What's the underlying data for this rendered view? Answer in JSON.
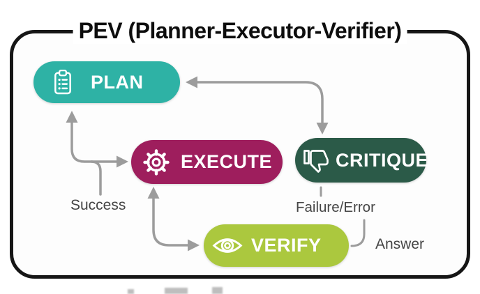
{
  "title": "PEV (Planner-Executor-Verifier)",
  "diagram": {
    "nodes": [
      {
        "id": "plan",
        "label": "PLAN",
        "color": "#2eb2a5",
        "icon": "clipboard-list-icon"
      },
      {
        "id": "execute",
        "label": "EXECUTE",
        "color": "#9e1e5d",
        "icon": "gear-icon"
      },
      {
        "id": "critique",
        "label": "CRITIQUE",
        "color": "#2b5a48",
        "icon": "thumbs-down-icon"
      },
      {
        "id": "verify",
        "label": "VERIFY",
        "color": "#abc83e",
        "icon": "eye-icon"
      }
    ],
    "edge_labels": {
      "success": "Success",
      "failure": "Failure/Error",
      "answer": "Answer"
    },
    "edges": [
      {
        "from": "critique",
        "to": "plan",
        "style": "double-headed"
      },
      {
        "from": "success-label",
        "to": "plan",
        "label": "Success"
      },
      {
        "from": "success-label",
        "to": "execute",
        "label": "Success"
      },
      {
        "from": "execute",
        "to": "verify",
        "style": "double-headed"
      },
      {
        "from": "verify",
        "to": "critique",
        "label": "Failure/Error"
      },
      {
        "from": "verify",
        "to": "answer-label",
        "label": "Answer"
      }
    ],
    "colors": {
      "plan": "#2eb2a5",
      "execute": "#9e1e5d",
      "critique": "#2b5a48",
      "verify": "#abc83e",
      "arrow": "#9c9c9c",
      "card_border": "#161616",
      "edge_label_text": "#454545",
      "node_text": "#ffffff"
    }
  }
}
